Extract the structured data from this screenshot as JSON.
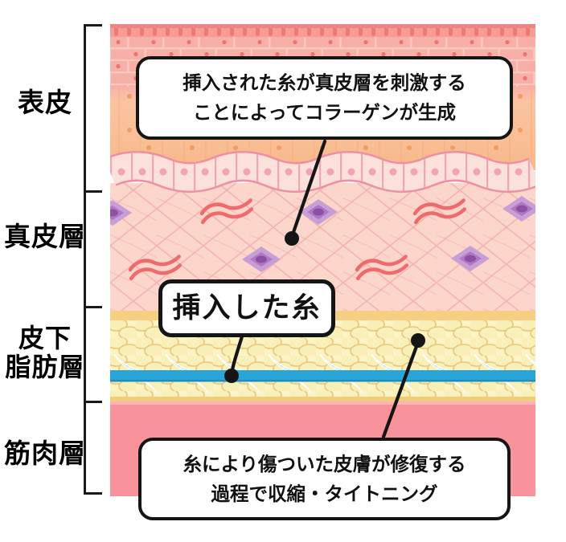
{
  "diagram": {
    "layer_labels": [
      {
        "id": "epidermis",
        "label": "表皮"
      },
      {
        "id": "dermis",
        "label": "真皮層"
      },
      {
        "id": "subcutaneous-fat",
        "label": "皮下\n脂肪層"
      },
      {
        "id": "muscle",
        "label": "筋肉層"
      }
    ],
    "callouts": {
      "collagen": "挿入された糸が真皮層を刺激する\nことによってコラーゲンが生成",
      "thread": "挿入した糸",
      "tightening": "糸により傷ついた皮膚が修復する\n過程で収縮・タイトニング"
    },
    "colors": {
      "epidermis_top_band": "#ee8585",
      "epidermis_brick": "#f8afa7",
      "epidermis_peach": "#fbc6a6",
      "basal_cell_band": "#fce0da",
      "dermis_background": "#fcd6ca",
      "dermis_mesh": "#f1a6a6",
      "fibroblast_purple": "#b078c2",
      "collagen_squiggle_red": "#ef6a6c",
      "fat_background": "#fdf4c6",
      "fat_cell": "#f8efb9",
      "fat_transition": "#f6cf82",
      "thread_blue": "#2aa5d8",
      "thread_barb_blue": "#7dcae8",
      "muscle_pink": "#f9939b",
      "outline_black": "#151515"
    }
  }
}
